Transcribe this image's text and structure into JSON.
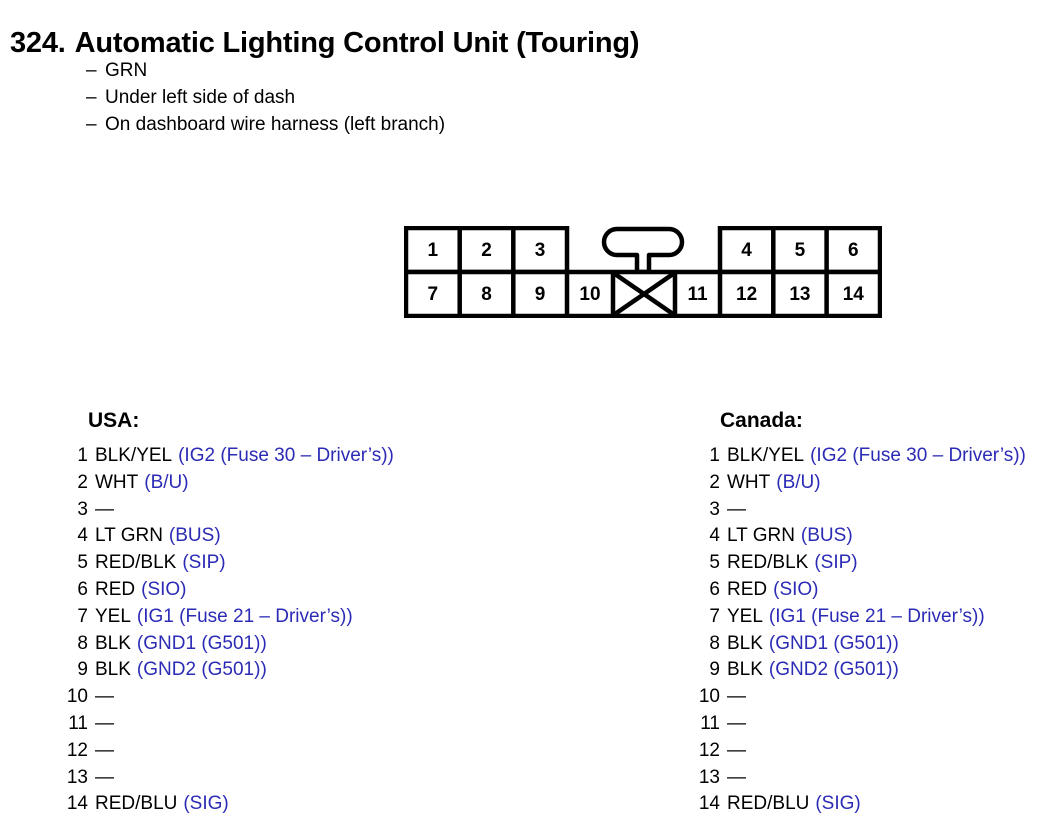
{
  "header": {
    "number": "324.",
    "title": "Automatic Lighting Control Unit (Touring)",
    "notes": [
      "GRN",
      "Under left side of dash",
      "On dashboard wire harness (left branch)"
    ],
    "note_dash": "–"
  },
  "connector": {
    "name": "14-pin connector",
    "top_row": [
      "1",
      "2",
      "3",
      "4",
      "5",
      "6"
    ],
    "bottom_row": [
      "7",
      "8",
      "9",
      "10",
      "11",
      "12",
      "13",
      "14"
    ],
    "unused_cavity_marker": "X",
    "latch": "locking-tab"
  },
  "columns": [
    {
      "heading": "USA:",
      "pins": [
        {
          "num": "1",
          "wire": "BLK/YEL",
          "fn": "(IG2 (Fuse 30 – Driver’s))"
        },
        {
          "num": "2",
          "wire": "WHT",
          "fn": "(B/U)"
        },
        {
          "num": "3",
          "wire": "—",
          "fn": ""
        },
        {
          "num": "4",
          "wire": "LT GRN",
          "fn": "(BUS)"
        },
        {
          "num": "5",
          "wire": "RED/BLK",
          "fn": "(SIP)"
        },
        {
          "num": "6",
          "wire": "RED",
          "fn": "(SIO)"
        },
        {
          "num": "7",
          "wire": "YEL",
          "fn": "(IG1 (Fuse 21 – Driver’s))"
        },
        {
          "num": "8",
          "wire": "BLK",
          "fn": "(GND1 (G501))"
        },
        {
          "num": "9",
          "wire": "BLK",
          "fn": "(GND2 (G501))"
        },
        {
          "num": "10",
          "wire": "—",
          "fn": ""
        },
        {
          "num": "11",
          "wire": "—",
          "fn": ""
        },
        {
          "num": "12",
          "wire": "—",
          "fn": ""
        },
        {
          "num": "13",
          "wire": "—",
          "fn": ""
        },
        {
          "num": "14",
          "wire": "RED/BLU",
          "fn": "(SIG)"
        }
      ]
    },
    {
      "heading": "Canada:",
      "pins": [
        {
          "num": "1",
          "wire": "BLK/YEL",
          "fn": "(IG2 (Fuse 30 – Driver’s))"
        },
        {
          "num": "2",
          "wire": "WHT",
          "fn": "(B/U)"
        },
        {
          "num": "3",
          "wire": "—",
          "fn": ""
        },
        {
          "num": "4",
          "wire": "LT GRN",
          "fn": "(BUS)"
        },
        {
          "num": "5",
          "wire": "RED/BLK",
          "fn": "(SIP)"
        },
        {
          "num": "6",
          "wire": "RED",
          "fn": "(SIO)"
        },
        {
          "num": "7",
          "wire": "YEL",
          "fn": "(IG1 (Fuse 21 – Driver’s))"
        },
        {
          "num": "8",
          "wire": "BLK",
          "fn": "(GND1 (G501))"
        },
        {
          "num": "9",
          "wire": "BLK",
          "fn": "(GND2 (G501))"
        },
        {
          "num": "10",
          "wire": "—",
          "fn": ""
        },
        {
          "num": "11",
          "wire": "—",
          "fn": ""
        },
        {
          "num": "12",
          "wire": "—",
          "fn": ""
        },
        {
          "num": "13",
          "wire": "—",
          "fn": ""
        },
        {
          "num": "14",
          "wire": "RED/BLU",
          "fn": "(SIG)"
        }
      ]
    }
  ],
  "colors": {
    "text": "#000000",
    "function_blue": "#2b2bb5",
    "background": "#ffffff"
  }
}
